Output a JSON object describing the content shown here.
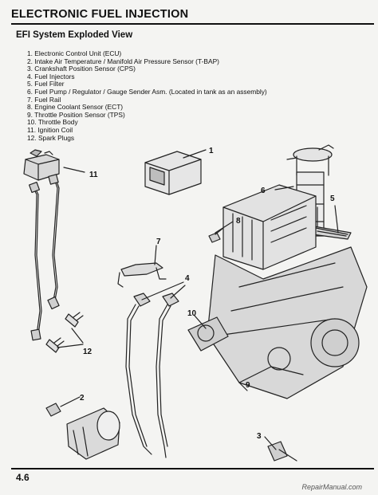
{
  "header": {
    "title": "ELECTRONIC FUEL INJECTION"
  },
  "section": {
    "title": "EFI System Exploded View"
  },
  "legend": [
    "1. Electronic Control Unit (ECU)",
    "2. Intake Air Temperature / Manifold Air Pressure Sensor (T-BAP)",
    "3. Crankshaft Position Sensor (CPS)",
    "4. Fuel Injectors",
    "5. Fuel Filter",
    "6. Fuel Pump / Regulator / Gauge Sender Asm. (Located in tank as an assembly)",
    "7. Fuel Rail",
    "8. Engine Coolant Sensor (ECT)",
    "9. Throttle Position Sensor (TPS)",
    "10. Throttle Body",
    "11. Ignition Coil",
    "12. Spark Plugs"
  ],
  "callouts": {
    "c1": "1",
    "c2": "2",
    "c3": "3",
    "c4": "4",
    "c5": "5",
    "c6": "6",
    "c7": "7",
    "c8": "8",
    "c9": "9",
    "c10": "10",
    "c11": "11",
    "c12": "12"
  },
  "footer": {
    "page_number": "4.6",
    "watermark": "RepairManual.com"
  }
}
